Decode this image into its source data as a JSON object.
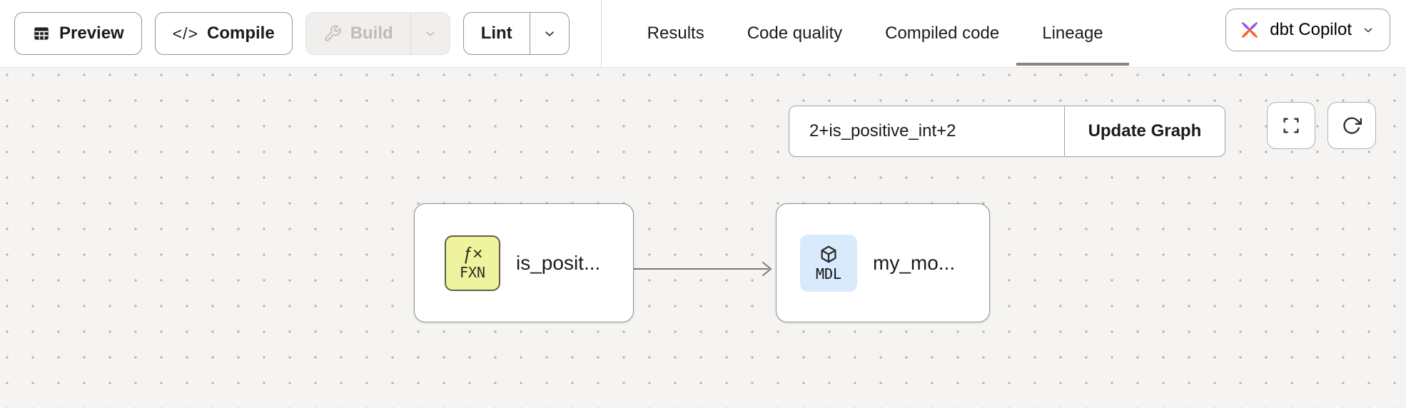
{
  "toolbar": {
    "preview": "Preview",
    "compile": "Compile",
    "compile_icon": "</>",
    "build": "Build",
    "lint": "Lint"
  },
  "tabs": [
    {
      "label": "Results",
      "active": false
    },
    {
      "label": "Code quality",
      "active": false
    },
    {
      "label": "Compiled code",
      "active": false
    },
    {
      "label": "Lineage",
      "active": true
    }
  ],
  "copilot": {
    "label": "dbt Copilot"
  },
  "graph": {
    "selector_value": "2+is_positive_int+2",
    "update_button": "Update Graph",
    "nodes": [
      {
        "type": "function",
        "glyph": "ƒ×",
        "badge": "FXN",
        "label": "is_posit..."
      },
      {
        "type": "model",
        "badge": "MDL",
        "label": "my_mo..."
      }
    ],
    "edges": [
      {
        "from": "is_posit...",
        "to": "my_mo..."
      }
    ]
  },
  "colors": {
    "function_badge_bg": "#eff39e",
    "model_badge_bg": "#d9eafc",
    "dbt_orange": "#ff5c35",
    "copilot_purple": "#8a5cf5",
    "active_tab_underline": "#8c8378",
    "canvas_bg": "#f5f4f2"
  }
}
